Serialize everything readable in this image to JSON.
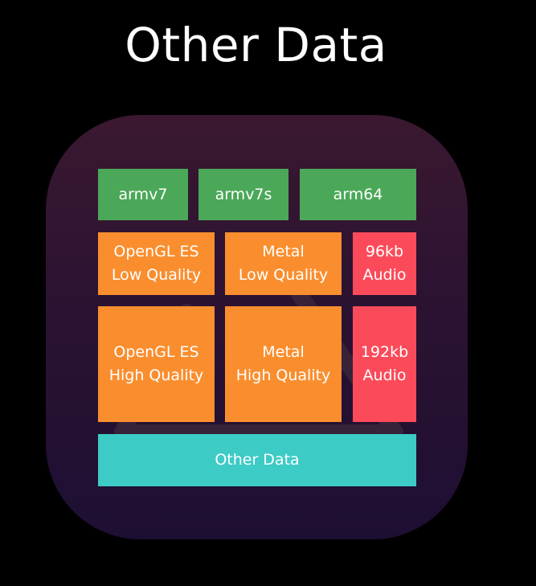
{
  "title": "Other Data",
  "colors": {
    "architecture": "#4aa858",
    "graphics": "#fa8e2e",
    "audio": "#fb4b5a",
    "other": "#3dcbc6",
    "icon_top": "#3a1830",
    "icon_bottom": "#1d0f33"
  },
  "architectures": [
    {
      "label": "armv7"
    },
    {
      "label": "armv7s"
    },
    {
      "label": "arm64"
    }
  ],
  "low_quality_row": {
    "opengl": {
      "line1": "OpenGL ES",
      "line2": "Low Quality"
    },
    "metal": {
      "line1": "Metal",
      "line2": "Low Quality"
    },
    "audio": {
      "line1": "96kb",
      "line2": "Audio"
    }
  },
  "high_quality_row": {
    "opengl": {
      "line1": "OpenGL ES",
      "line2": "High Quality"
    },
    "metal": {
      "line1": "Metal",
      "line2": "High Quality"
    },
    "audio": {
      "line1": "192kb",
      "line2": "Audio"
    }
  },
  "other_data": {
    "label": "Other Data"
  }
}
